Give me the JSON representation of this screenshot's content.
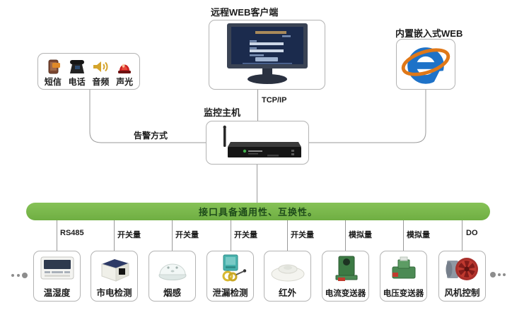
{
  "remote_client": {
    "label": "远程WEB客户端",
    "icon": "monitor-login-screen-icon"
  },
  "embedded_web": {
    "label": "内置嵌入式WEB",
    "icon": "ie-browser-icon"
  },
  "network": {
    "protocol_label": "TCP/IP"
  },
  "alarm": {
    "method_label": "告警方式",
    "channels": [
      {
        "label": "短信",
        "icon": "sms-phone-icon"
      },
      {
        "label": "电话",
        "icon": "telephone-icon"
      },
      {
        "label": "音频",
        "icon": "speaker-icon"
      },
      {
        "label": "声光",
        "icon": "siren-icon"
      }
    ]
  },
  "host": {
    "label": "监控主机",
    "icon": "rack-host-device-icon"
  },
  "bus": {
    "label": "接口具备通用性、互换性。",
    "color": "#7ab648"
  },
  "devices": [
    {
      "label": "温湿度",
      "interface": "RS485",
      "icon": "temperature-humidity-sensor-icon"
    },
    {
      "label": "市电检测",
      "interface": "开关量",
      "icon": "mains-power-detector-icon"
    },
    {
      "label": "烟感",
      "interface": "开关量",
      "icon": "smoke-detector-icon"
    },
    {
      "label": "泄漏检测",
      "interface": "开关量",
      "icon": "leak-detector-icon"
    },
    {
      "label": "红外",
      "interface": "开关量",
      "icon": "infrared-dome-icon"
    },
    {
      "label": "电流变送器",
      "interface": "模拟量",
      "icon": "current-transducer-icon"
    },
    {
      "label": "电压变送器",
      "interface": "模拟量",
      "icon": "voltage-transducer-icon"
    },
    {
      "label": "风机控制",
      "interface": "DO",
      "icon": "fan-control-icon"
    }
  ]
}
